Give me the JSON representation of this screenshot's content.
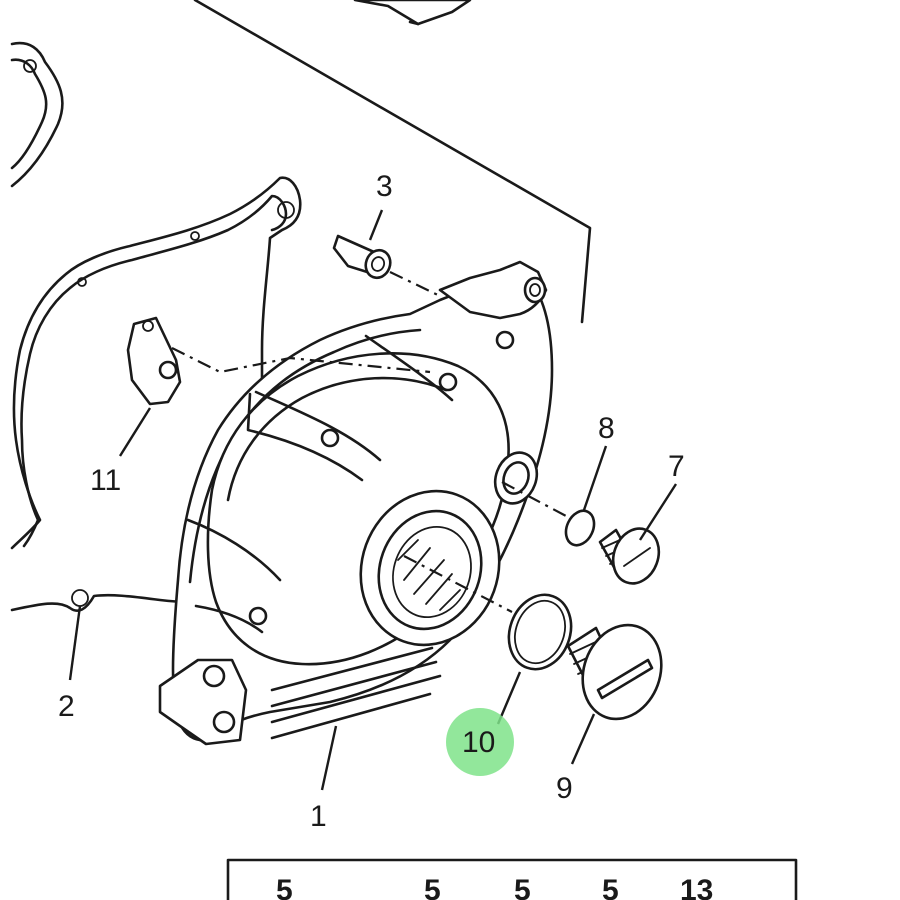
{
  "callouts": {
    "c1": "1",
    "c2": "2",
    "c3": "3",
    "c7": "7",
    "c8": "8",
    "c9": "9",
    "c10": "10",
    "c11": "11"
  },
  "highlight": {
    "label": "10",
    "color": "#7fe38a"
  },
  "table": {
    "row": [
      "5",
      "5",
      "5",
      "5",
      "13"
    ]
  }
}
